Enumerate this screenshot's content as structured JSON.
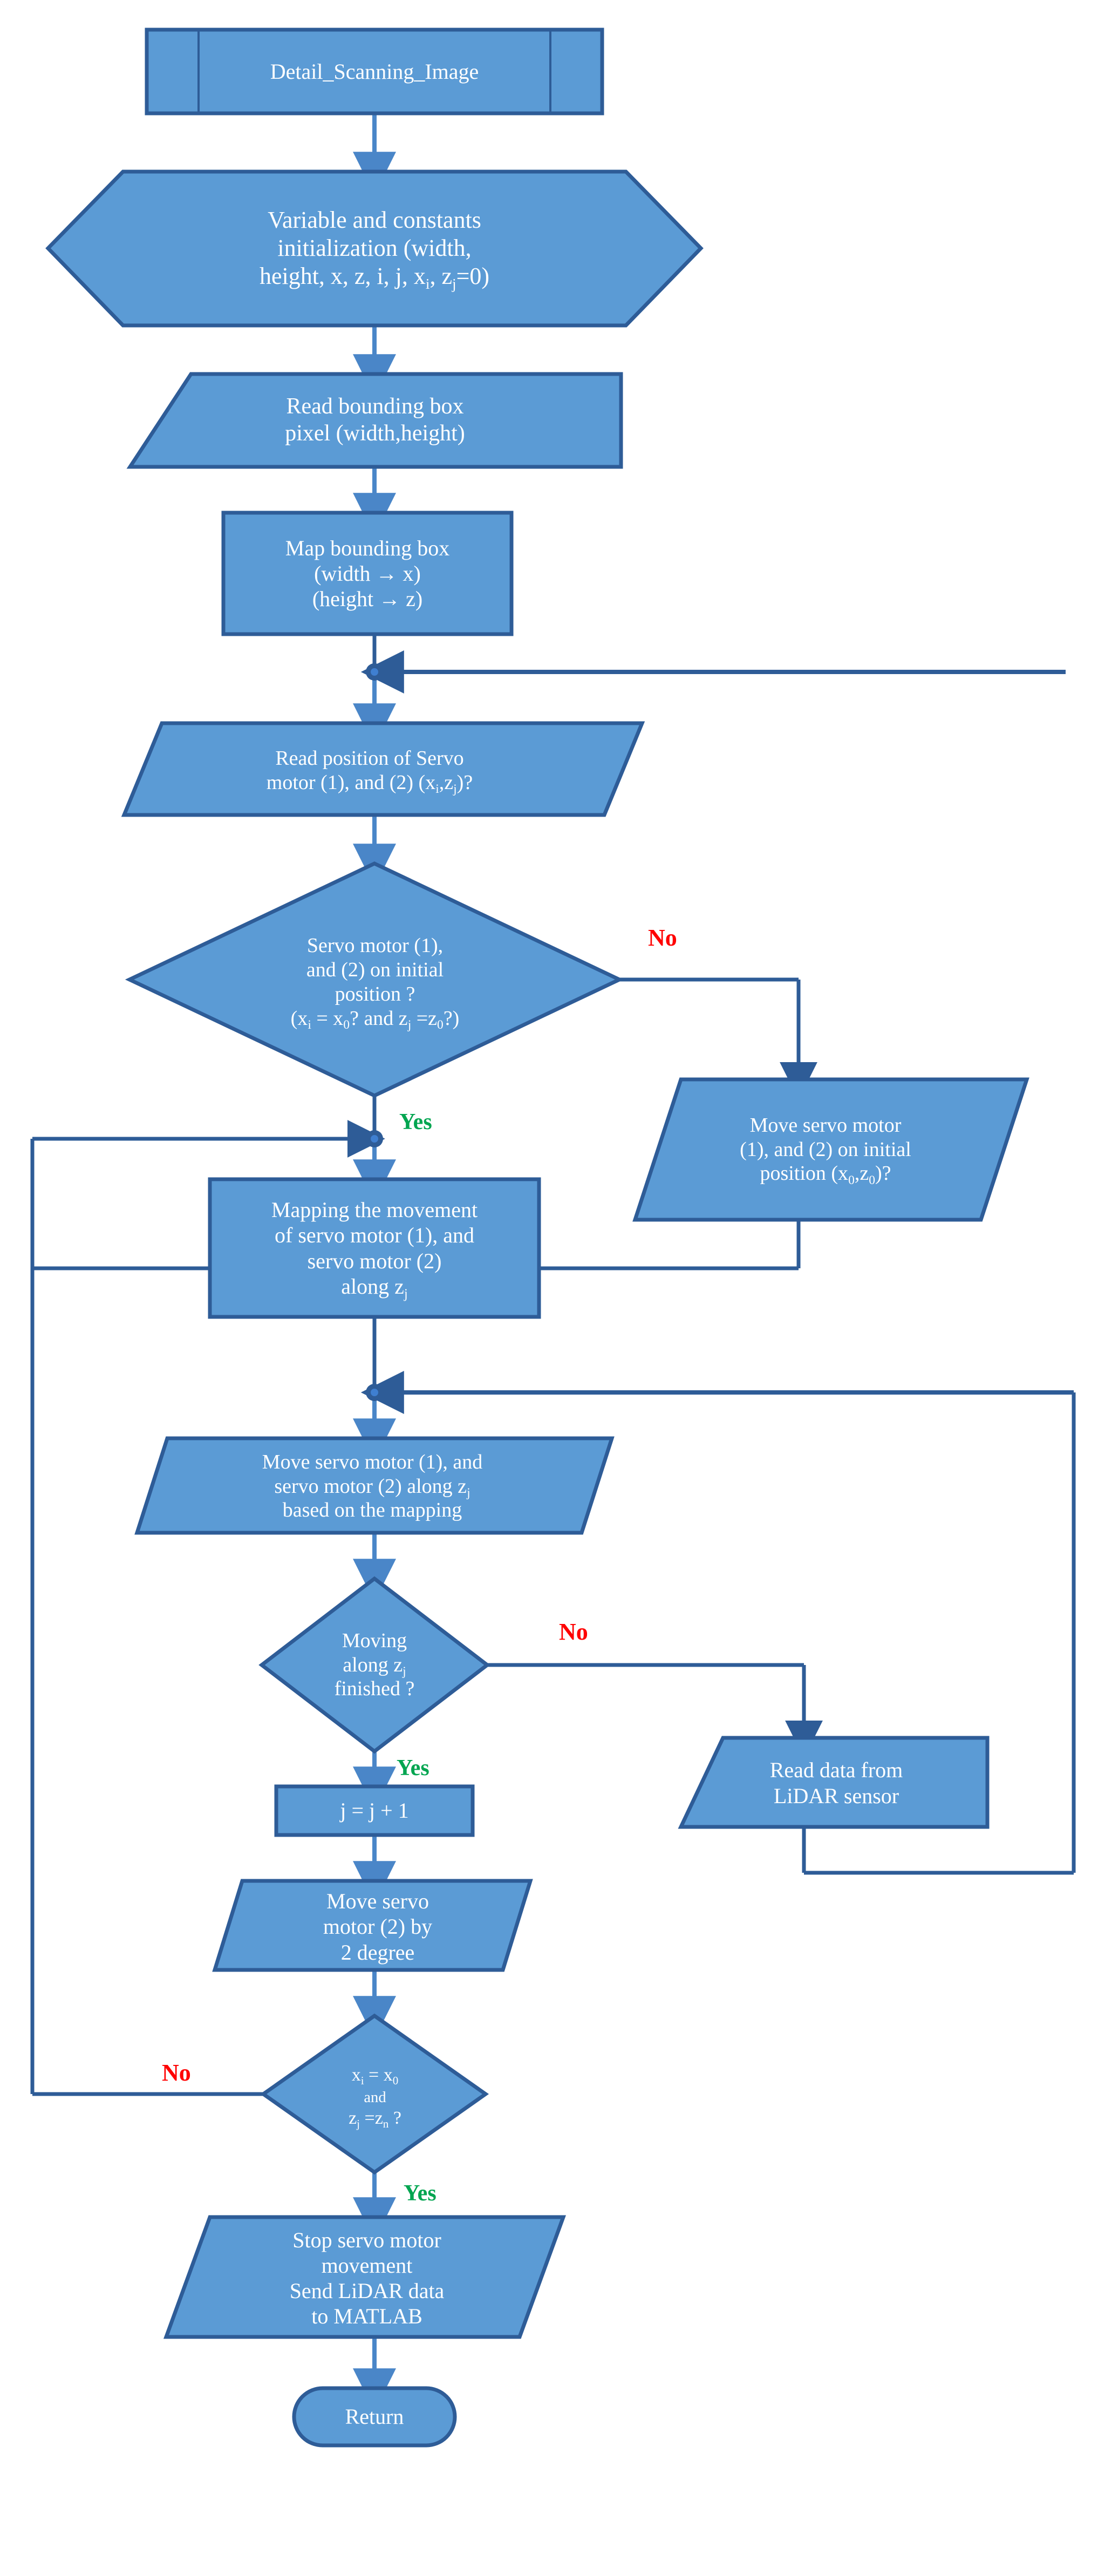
{
  "diagram": {
    "title": "Detail_Scanning_Image flowchart",
    "colors": {
      "shape_fill": "#5B9BD5",
      "shape_stroke": "#2E5C97",
      "connector": "#2E5C97",
      "arrow_light": "#4A86C8",
      "text": "#FFFFFF",
      "label_no": "#FF0000",
      "label_yes": "#00A550",
      "background": "#FFFFFF"
    },
    "nodes": [
      {
        "id": "n1",
        "shape": "predefined-process",
        "text": "Detail_Scanning_Image"
      },
      {
        "id": "n2",
        "shape": "preparation",
        "text": "Variable and constants\ninitialization (width,\nheight, x, z, i, j, xi, zj=0)"
      },
      {
        "id": "n3",
        "shape": "data-trapezoid",
        "text": "Read bounding box\npixel (width,height)"
      },
      {
        "id": "n4",
        "shape": "process",
        "text": "Map bounding box\n(width → x)\n(height → z)"
      },
      {
        "id": "n5",
        "shape": "data-trapezoid",
        "text": "Read position of Servo\nmotor (1), and (2) (xi,zj)?"
      },
      {
        "id": "n6",
        "shape": "decision",
        "text": "Servo motor (1),\nand (2) on initial\nposition ?\n(xi = x0? and zj =z0?)"
      },
      {
        "id": "n7",
        "shape": "parallelogram",
        "text": "Move servo motor\n(1), and (2) on initial\nposition (x0,z0)?"
      },
      {
        "id": "n8",
        "shape": "process",
        "text": "Mapping the movement\nof servo motor (1), and\nservo motor (2)\nalong zj"
      },
      {
        "id": "n9",
        "shape": "parallelogram",
        "text": "Move servo motor (1), and\nservo motor (2) along zj\nbased on the mapping"
      },
      {
        "id": "n10",
        "shape": "decision",
        "text": "Moving\nalong zj\nfinished ?"
      },
      {
        "id": "n11",
        "shape": "data-trapezoid",
        "text": "Read data from\nLiDAR sensor"
      },
      {
        "id": "n12",
        "shape": "process",
        "text": "j = j + 1"
      },
      {
        "id": "n13",
        "shape": "parallelogram",
        "text": "Move servo\nmotor (2) by\n2 degree"
      },
      {
        "id": "n14",
        "shape": "decision",
        "text": "xi = x0\nand\nzj =zn ?"
      },
      {
        "id": "n15",
        "shape": "parallelogram",
        "text": "Stop servo motor\nmovement\nSend LiDAR data\nto MATLAB"
      },
      {
        "id": "n16",
        "shape": "terminator",
        "text": "Return"
      }
    ],
    "edge_labels": [
      {
        "id": "e_no_1",
        "text": "No",
        "kind": "no"
      },
      {
        "id": "e_yes_1",
        "text": "Yes",
        "kind": "yes"
      },
      {
        "id": "e_no_2",
        "text": "No",
        "kind": "no"
      },
      {
        "id": "e_yes_2",
        "text": "Yes",
        "kind": "yes"
      },
      {
        "id": "e_no_3",
        "text": "No",
        "kind": "no"
      },
      {
        "id": "e_yes_3",
        "text": "Yes",
        "kind": "yes"
      }
    ]
  }
}
